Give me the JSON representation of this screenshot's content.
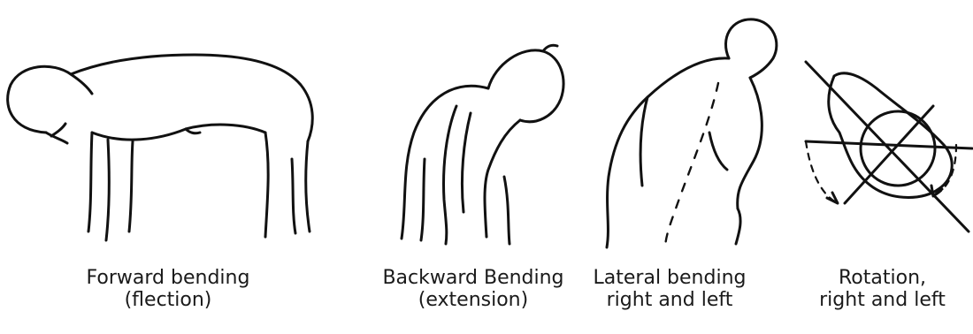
{
  "figures": [
    {
      "id": "forward",
      "caption_line1": "Forward bending",
      "caption_line2": "(flection)"
    },
    {
      "id": "backward",
      "caption_line1": "Backward Bending",
      "caption_line2": "(extension)"
    },
    {
      "id": "lateral",
      "caption_line1": "Lateral bending",
      "caption_line2": "right and left"
    },
    {
      "id": "rotation",
      "caption_line1": "Rotation,",
      "caption_line2": "right and left"
    }
  ]
}
